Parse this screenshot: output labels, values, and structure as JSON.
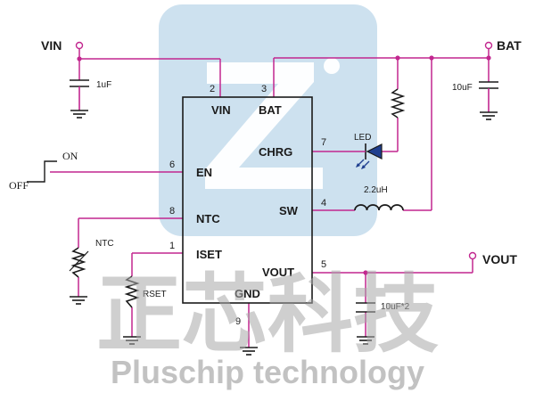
{
  "nets": {
    "vin": "VIN",
    "bat": "BAT",
    "vout": "VOUT"
  },
  "ic": {
    "pins": {
      "vin": "VIN",
      "bat": "BAT",
      "chrg": "CHRG",
      "en": "EN",
      "ntc": "NTC",
      "sw": "SW",
      "iset": "ISET",
      "vout": "VOUT",
      "gnd": "GND"
    },
    "pin_numbers": {
      "vin": "2",
      "bat": "3",
      "chrg": "7",
      "en": "6",
      "ntc": "8",
      "sw": "4",
      "iset": "1",
      "vout": "5",
      "gnd": "9"
    }
  },
  "components": {
    "c_in": "1uF",
    "c_bat": "10uF",
    "led": "LED",
    "inductor": "2.2uH",
    "ntc": "NTC",
    "rset": "RSET",
    "c_out": "10uF*2"
  },
  "switch": {
    "on": "ON",
    "off": "OFF"
  },
  "watermark": {
    "chinese": "正芯科技",
    "english": "Pluschip technology"
  },
  "colors": {
    "wire": "#c2278f",
    "component": "#1a1a1a",
    "ground": "#1a1a1a",
    "logo": "#bcd7ea",
    "watermark": "#a9a9a9"
  }
}
